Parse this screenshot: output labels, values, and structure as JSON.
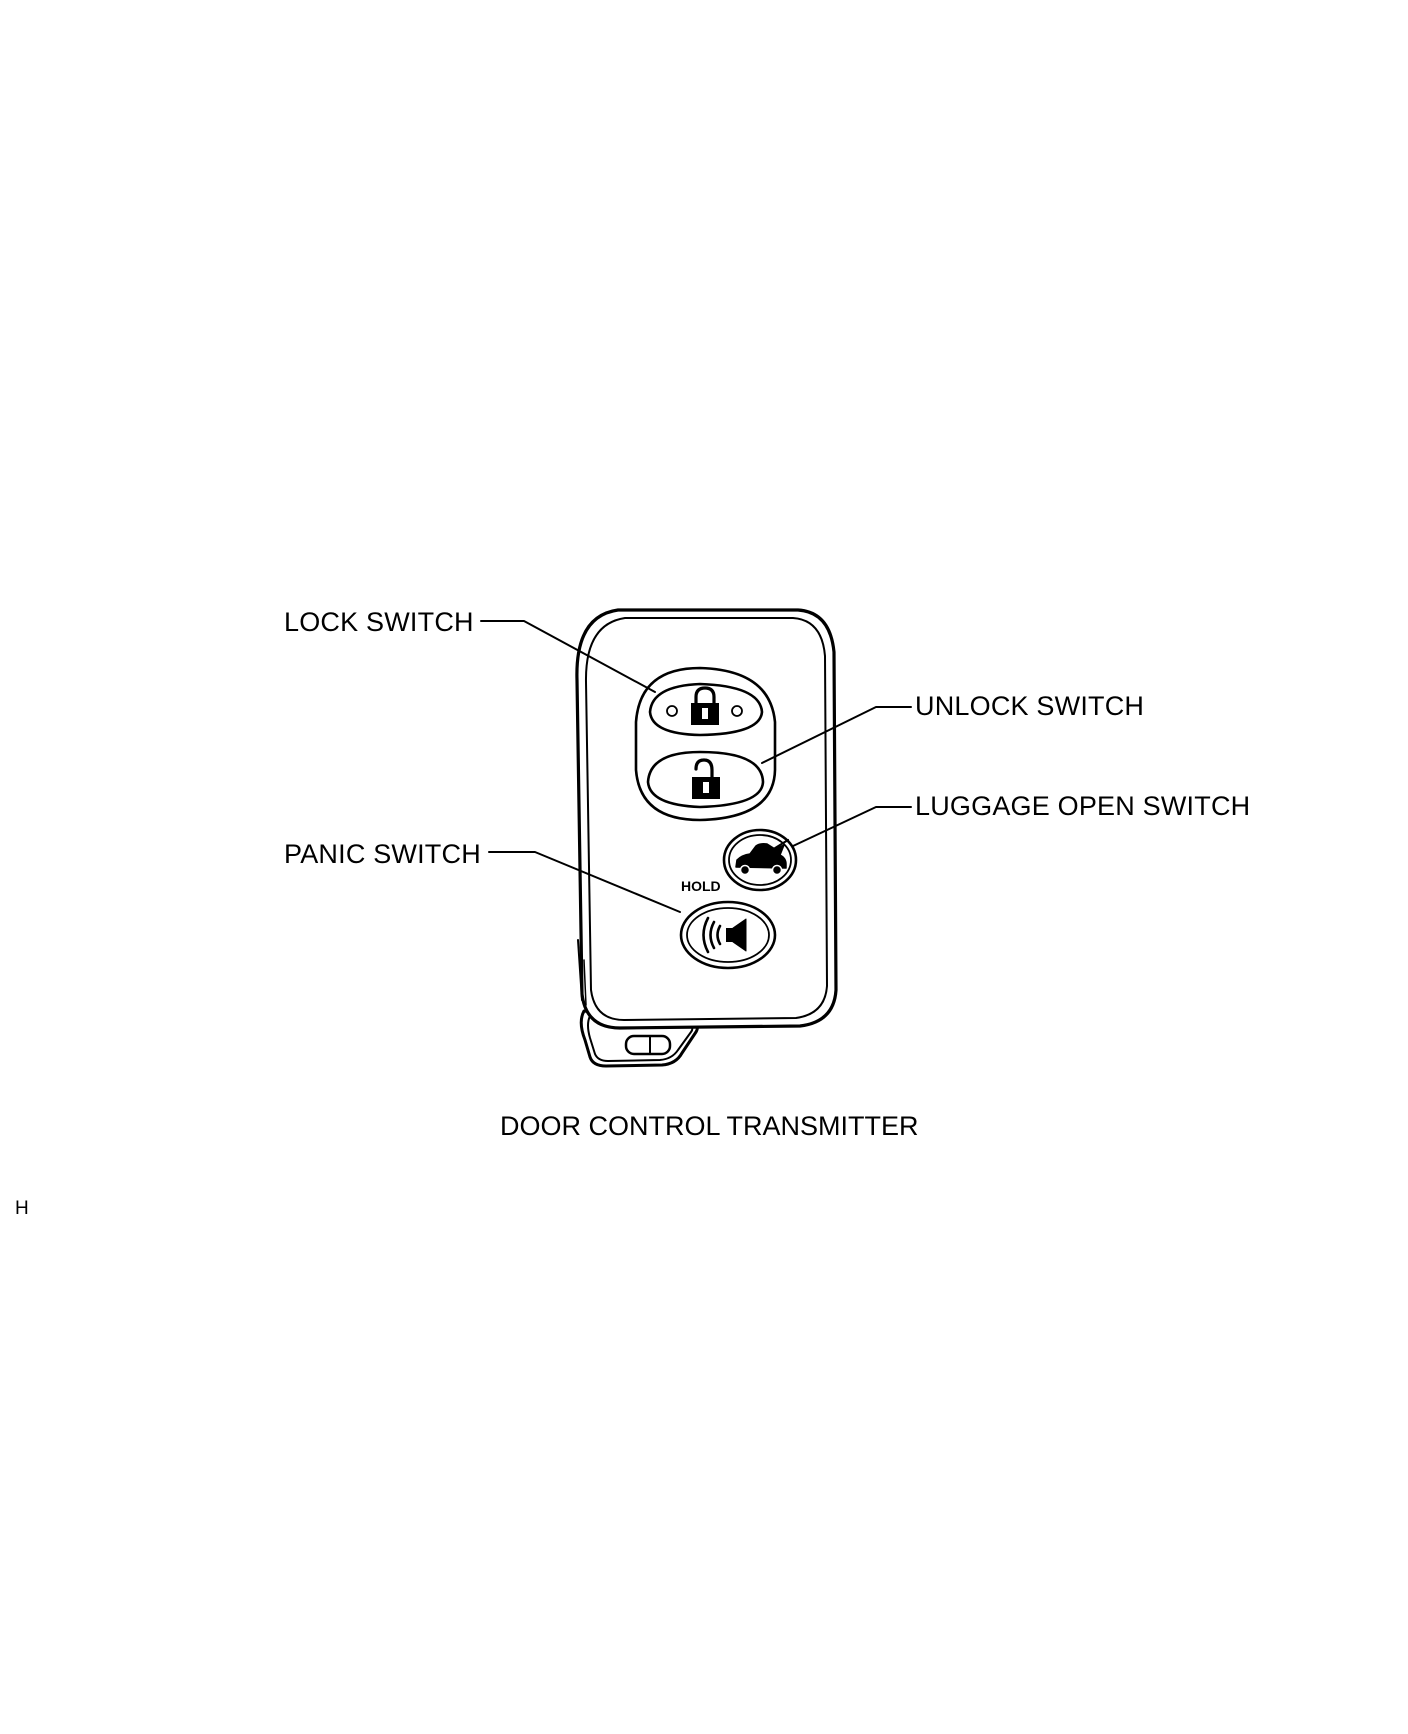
{
  "labels": {
    "lock_switch": "LOCK SWITCH",
    "unlock_switch": "UNLOCK SWITCH",
    "luggage_open_switch": "LUGGAGE OPEN SWITCH",
    "panic_switch": "PANIC SWITCH",
    "hold": "HOLD"
  },
  "caption": "DOOR CONTROL TRANSMITTER",
  "figure_code": "H",
  "icons": {
    "lock_button": "lock-closed-icon",
    "unlock_button": "lock-open-icon",
    "luggage_button": "car-trunk-icon",
    "panic_button": "alarm-horn-icon"
  },
  "colors": {
    "line": "#000000",
    "body_fill": "#ffffff",
    "button_fill": "#ffffff",
    "glyph": "#000000"
  }
}
